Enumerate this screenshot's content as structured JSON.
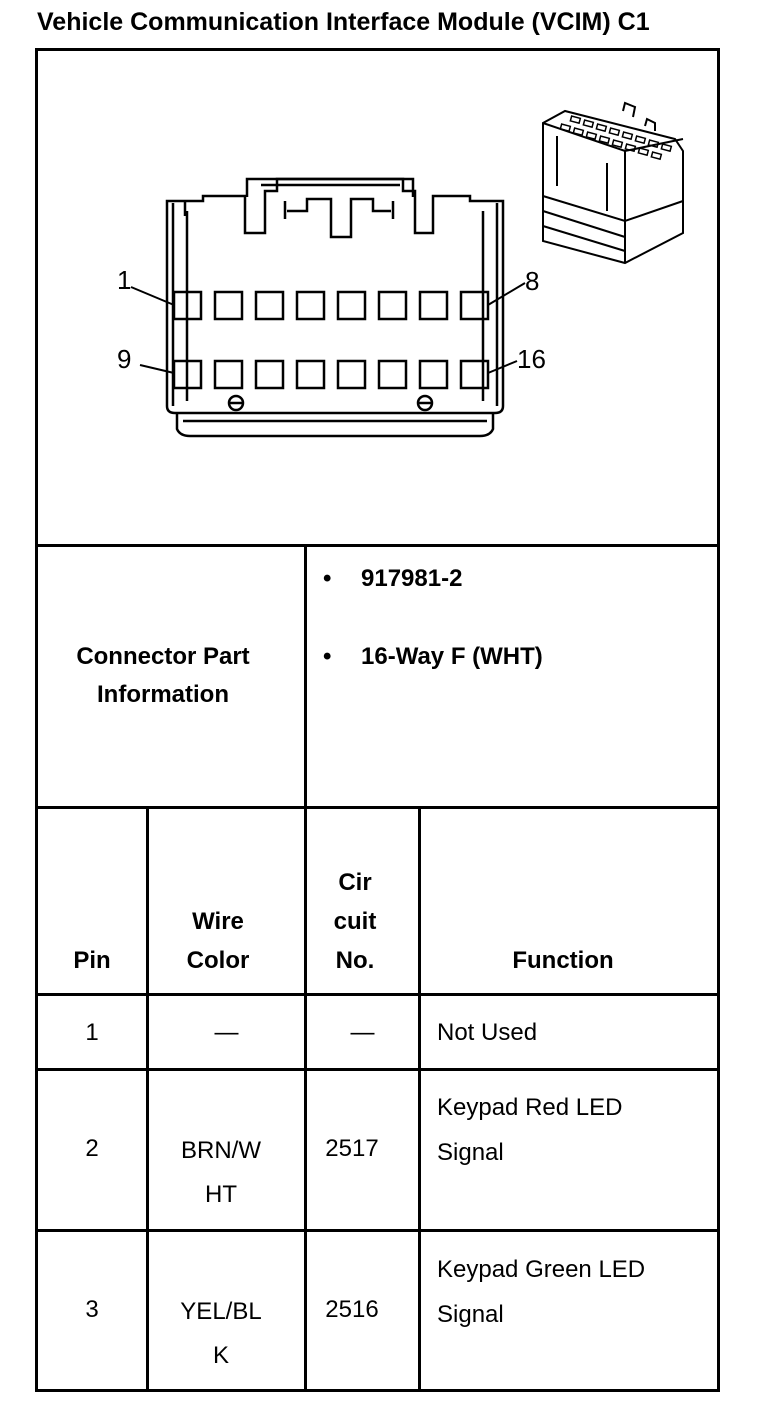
{
  "title": "Vehicle Communication Interface Module (VCIM) C1",
  "diagram": {
    "pin_callouts": [
      "1",
      "8",
      "9",
      "16"
    ]
  },
  "connector_info": {
    "label": "Connector Part Information",
    "bullet_glyph": "•",
    "items": [
      "917981-2",
      "16-Way F (WHT)"
    ]
  },
  "table": {
    "headers": {
      "pin": "Pin",
      "wire_color": "Wire Color",
      "circuit_no": "Cir cuit No.",
      "function": "Function"
    },
    "rows": [
      {
        "pin": "1",
        "wire_color": "—",
        "circuit_no": "—",
        "function": "Not Used"
      },
      {
        "pin": "2",
        "wire_color": "BRN/WHT",
        "circuit_no": "2517",
        "function": "Keypad Red LED Signal"
      },
      {
        "pin": "3",
        "wire_color": "YEL/BLK",
        "circuit_no": "2516",
        "function": "Keypad Green LED Signal"
      }
    ]
  }
}
